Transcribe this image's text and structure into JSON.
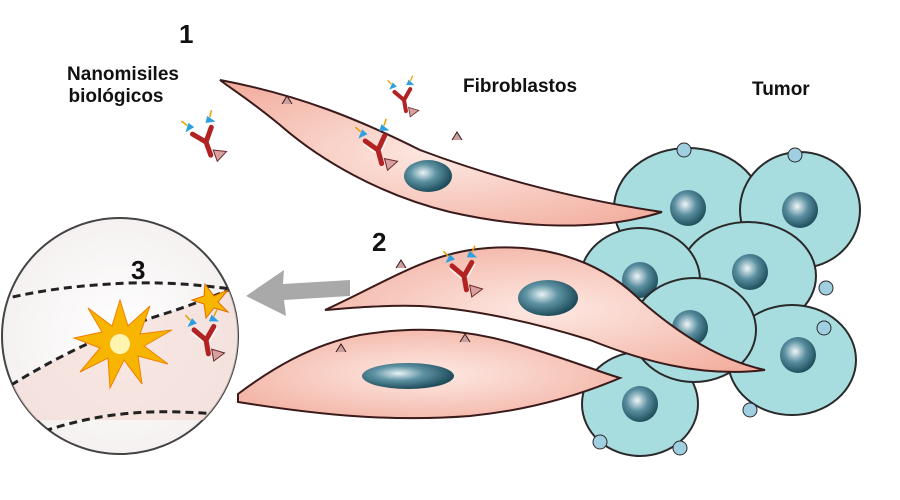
{
  "labels": {
    "step1": "1",
    "step2": "2",
    "step3": "3",
    "nanomissiles_line1": "Nanomisiles",
    "nanomissiles_line2": "biológicos",
    "fibroblasts": "Fibroblastos",
    "tumor": "Tumor"
  },
  "colors": {
    "fibroblast_fill": "#f5b8a8",
    "fibroblast_stroke": "#3a1a1a",
    "tumor_cell_fill": "#a8dde0",
    "tumor_cell_stroke": "#2a2a2a",
    "nucleus": "#2f6f80",
    "arrow": "#a9a9a9",
    "antibody": "#b22222",
    "explosion": "#f7b500"
  },
  "icons": [
    "antibody-nanomissile-icon",
    "explosion-icon",
    "arrow-left-icon"
  ]
}
